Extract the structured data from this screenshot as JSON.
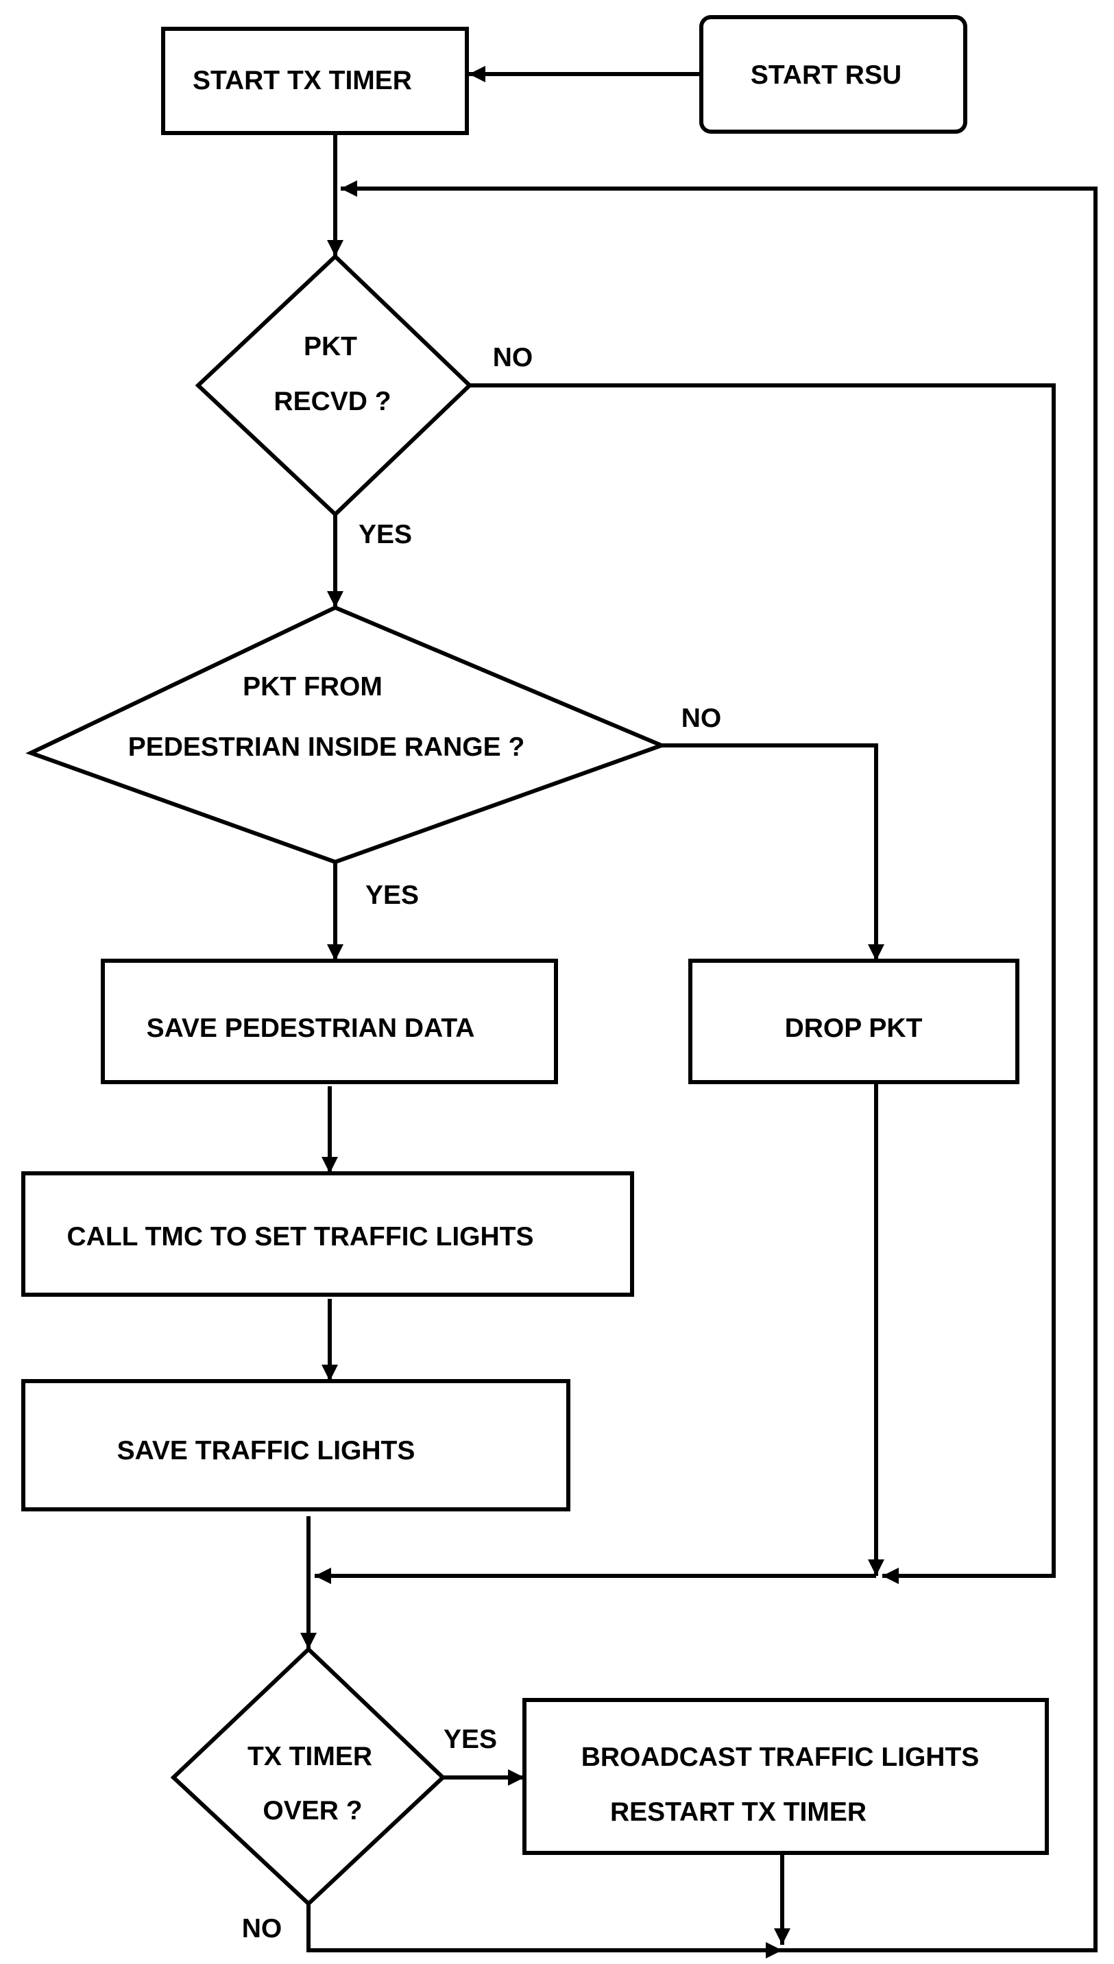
{
  "colors": {
    "line": "#000000",
    "box_fill": "#ffffff",
    "start_fill": "#ffff00"
  },
  "nodes": {
    "start_rsu": "START RSU",
    "start_tx_timer": "START TX TIMER",
    "pkt_recvd": [
      "PKT",
      "RECVD ?"
    ],
    "pkt_from_pedestrian": [
      "PKT FROM",
      "PEDESTRIAN INSIDE RANGE ?"
    ],
    "save_pedestrian_data": "SAVE PEDESTRIAN DATA",
    "drop_pkt": "DROP PKT",
    "call_tmc": "CALL TMC TO SET TRAFFIC LIGHTS",
    "save_traffic_lights": "SAVE TRAFFIC LIGHTS",
    "tx_timer_over": [
      "TX TIMER",
      "OVER ?"
    ],
    "broadcast": [
      "BROADCAST TRAFFIC LIGHTS",
      "RESTART TX TIMER"
    ]
  },
  "edge_labels": {
    "pkt_recvd_no": "NO",
    "pkt_recvd_yes": "YES",
    "pedestrian_no": "NO",
    "pedestrian_yes": "YES",
    "timer_yes": "YES",
    "timer_no": "NO"
  }
}
